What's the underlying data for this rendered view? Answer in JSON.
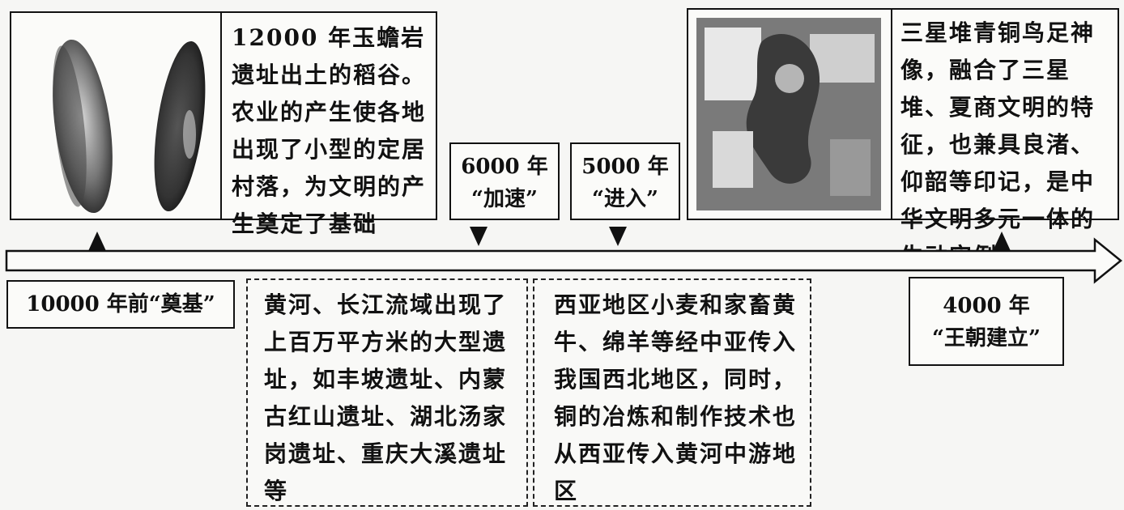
{
  "event_rice": {
    "text": "12000 年玉蟾岩遗址出土的稻谷。农业的产生使各地出现了小型的定居村落，为文明的产生奠定了基础",
    "image": "rice-grain-icon"
  },
  "event_bronze": {
    "text": "三星堆青铜鸟足神像，融合了三星堆、夏商文明的特征，也兼具良渚、仰韶等印记，是中华文明多元一体的生动实例",
    "image": "bronze-statue-icon"
  },
  "markers": {
    "m6000": {
      "line1": "6000 年",
      "line2": "“加速”"
    },
    "m5000": {
      "line1": "5000 年",
      "line2": "“进入”"
    },
    "m10000": {
      "label": "10000 年前“奠基”"
    },
    "m4000": {
      "line1": "4000 年",
      "line2": "“王朝建立”"
    }
  },
  "notes": {
    "n6000": "黄河、长江流域出现了上百万平方米的大型遗址，如丰坡遗址、内蒙古红山遗址、湖北汤家岗遗址、重庆大溪遗址等",
    "n5000": "西亚地区小麦和家畜黄牛、绵羊等经中亚传入我国西北地区，同时，铜的冶炼和制作技术也从西亚传入黄河中游地区"
  }
}
